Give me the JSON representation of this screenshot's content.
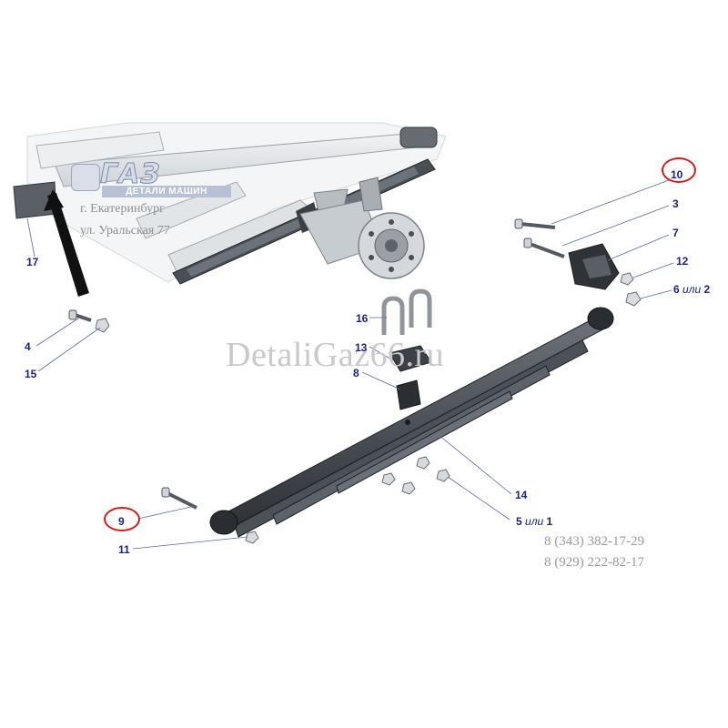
{
  "logo": {
    "brand": "ГАЗ",
    "tagline": "ДЕТАЛИ МАШИН",
    "city": "г. Екатеринбург",
    "street": "ул. Уральская 77"
  },
  "watermark": "DetaliGaz66.ru",
  "phones": [
    "8 (343) 382-17-29",
    "8 (929) 222-82-17"
  ],
  "callouts": [
    {
      "id": "c10",
      "num": "10",
      "or": "",
      "alt": "",
      "highlighted": true
    },
    {
      "id": "c3",
      "num": "3",
      "or": "",
      "alt": "",
      "highlighted": false
    },
    {
      "id": "c7",
      "num": "7",
      "or": "",
      "alt": "",
      "highlighted": false
    },
    {
      "id": "c12",
      "num": "12",
      "or": "",
      "alt": "",
      "highlighted": false
    },
    {
      "id": "c6",
      "num": "6",
      "or": "или",
      "alt": "2",
      "highlighted": false
    },
    {
      "id": "c17",
      "num": "17",
      "or": "",
      "alt": "",
      "highlighted": false
    },
    {
      "id": "c4",
      "num": "4",
      "or": "",
      "alt": "",
      "highlighted": false
    },
    {
      "id": "c15",
      "num": "15",
      "or": "",
      "alt": "",
      "highlighted": false
    },
    {
      "id": "c16",
      "num": "16",
      "or": "",
      "alt": "",
      "highlighted": false
    },
    {
      "id": "c13",
      "num": "13",
      "or": "",
      "alt": "",
      "highlighted": false
    },
    {
      "id": "c8",
      "num": "8",
      "or": "",
      "alt": "",
      "highlighted": false
    },
    {
      "id": "c14",
      "num": "14",
      "or": "",
      "alt": "",
      "highlighted": false
    },
    {
      "id": "c5",
      "num": "5",
      "or": "или",
      "alt": "1",
      "highlighted": false
    },
    {
      "id": "c9",
      "num": "9",
      "or": "",
      "alt": "",
      "highlighted": true
    },
    {
      "id": "c11",
      "num": "11",
      "or": "",
      "alt": "",
      "highlighted": false
    }
  ],
  "colors": {
    "callout_text": "#1a237e",
    "highlight_ring": "#d81b1b",
    "part_dark": "#3b3f45",
    "part_mid": "#8a9098",
    "frame_light": "#e6e8ea"
  }
}
